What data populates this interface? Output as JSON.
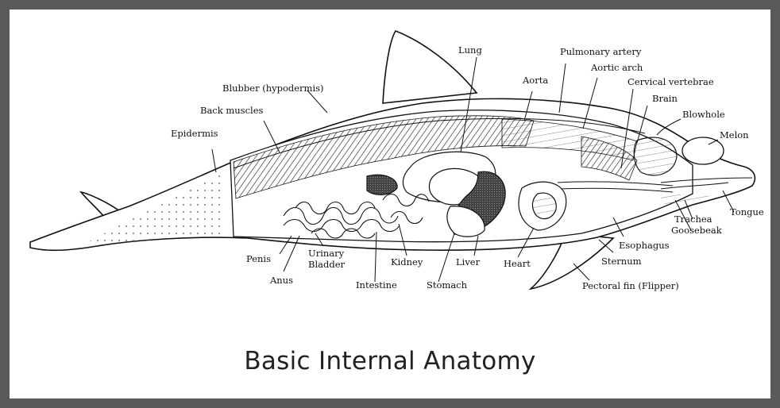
{
  "caption": "Basic Internal Anatomy",
  "labels": {
    "lung": "Lung",
    "pulmonary_artery": "Pulmonary artery",
    "aortic_arch": "Aortic arch",
    "aorta": "Aorta",
    "cervical_vertebrae": "Cervical vertebrae",
    "brain": "Brain",
    "blowhole": "Blowhole",
    "melon": "Melon",
    "blubber": "Blubber (hypodermis)",
    "back_muscles": "Back muscles",
    "epidermis": "Epidermis",
    "tongue": "Tongue",
    "trachea": "Trachea",
    "goosebeak": "Goosebeak",
    "esophagus": "Esophagus",
    "sternum": "Sternum",
    "pectoral_fin": "Pectoral fin (Flipper)",
    "penis": "Penis",
    "anus": "Anus",
    "urinary_bladder_1": "Urinary",
    "urinary_bladder_2": "Bladder",
    "intestine": "Intestine",
    "kidney": "Kidney",
    "stomach": "Stomach",
    "liver": "Liver",
    "heart": "Heart"
  }
}
